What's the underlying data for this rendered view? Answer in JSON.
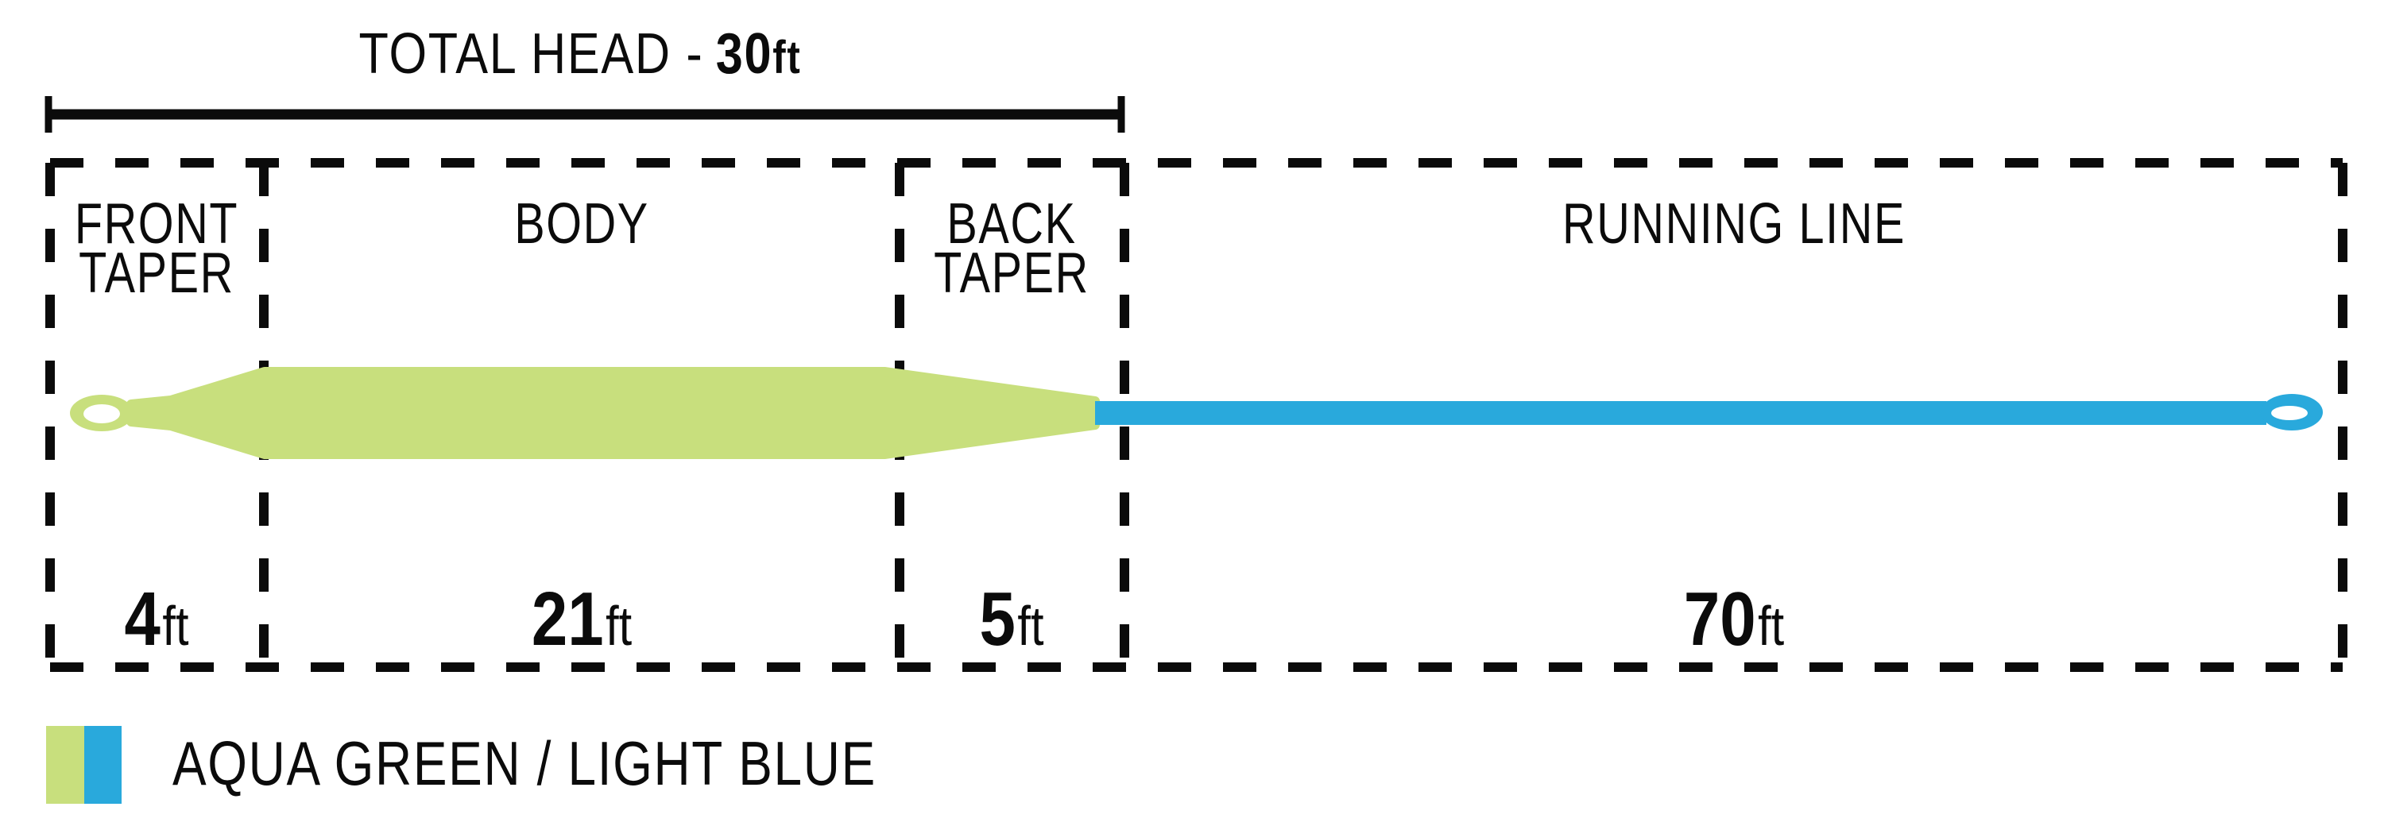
{
  "colors": {
    "aqua_green": "#c8df7d",
    "light_blue": "#29a9dc",
    "line": "#0b0b0b",
    "text": "#0b0b0b",
    "background": "#ffffff"
  },
  "title": {
    "prefix": "TOTAL HEAD -",
    "value": "30",
    "unit": "ft"
  },
  "sections": [
    {
      "id": "front-taper",
      "label": "FRONT TAPER",
      "label_lines": [
        "FRONT",
        "TAPER"
      ],
      "length_value": "4",
      "length_unit": "ft",
      "color_name": "aqua green"
    },
    {
      "id": "body",
      "label": "BODY",
      "label_lines": [
        "BODY"
      ],
      "length_value": "21",
      "length_unit": "ft",
      "color_name": "aqua green"
    },
    {
      "id": "back-taper",
      "label": "BACK TAPER",
      "label_lines": [
        "BACK",
        "TAPER"
      ],
      "length_value": "5",
      "length_unit": "ft",
      "color_name": "aqua green"
    },
    {
      "id": "running-line",
      "label": "RUNNING LINE",
      "label_lines": [
        "RUNNING LINE"
      ],
      "length_value": "70",
      "length_unit": "ft",
      "color_name": "light blue"
    }
  ],
  "legend": {
    "label": "AQUA GREEN / LIGHT BLUE"
  }
}
